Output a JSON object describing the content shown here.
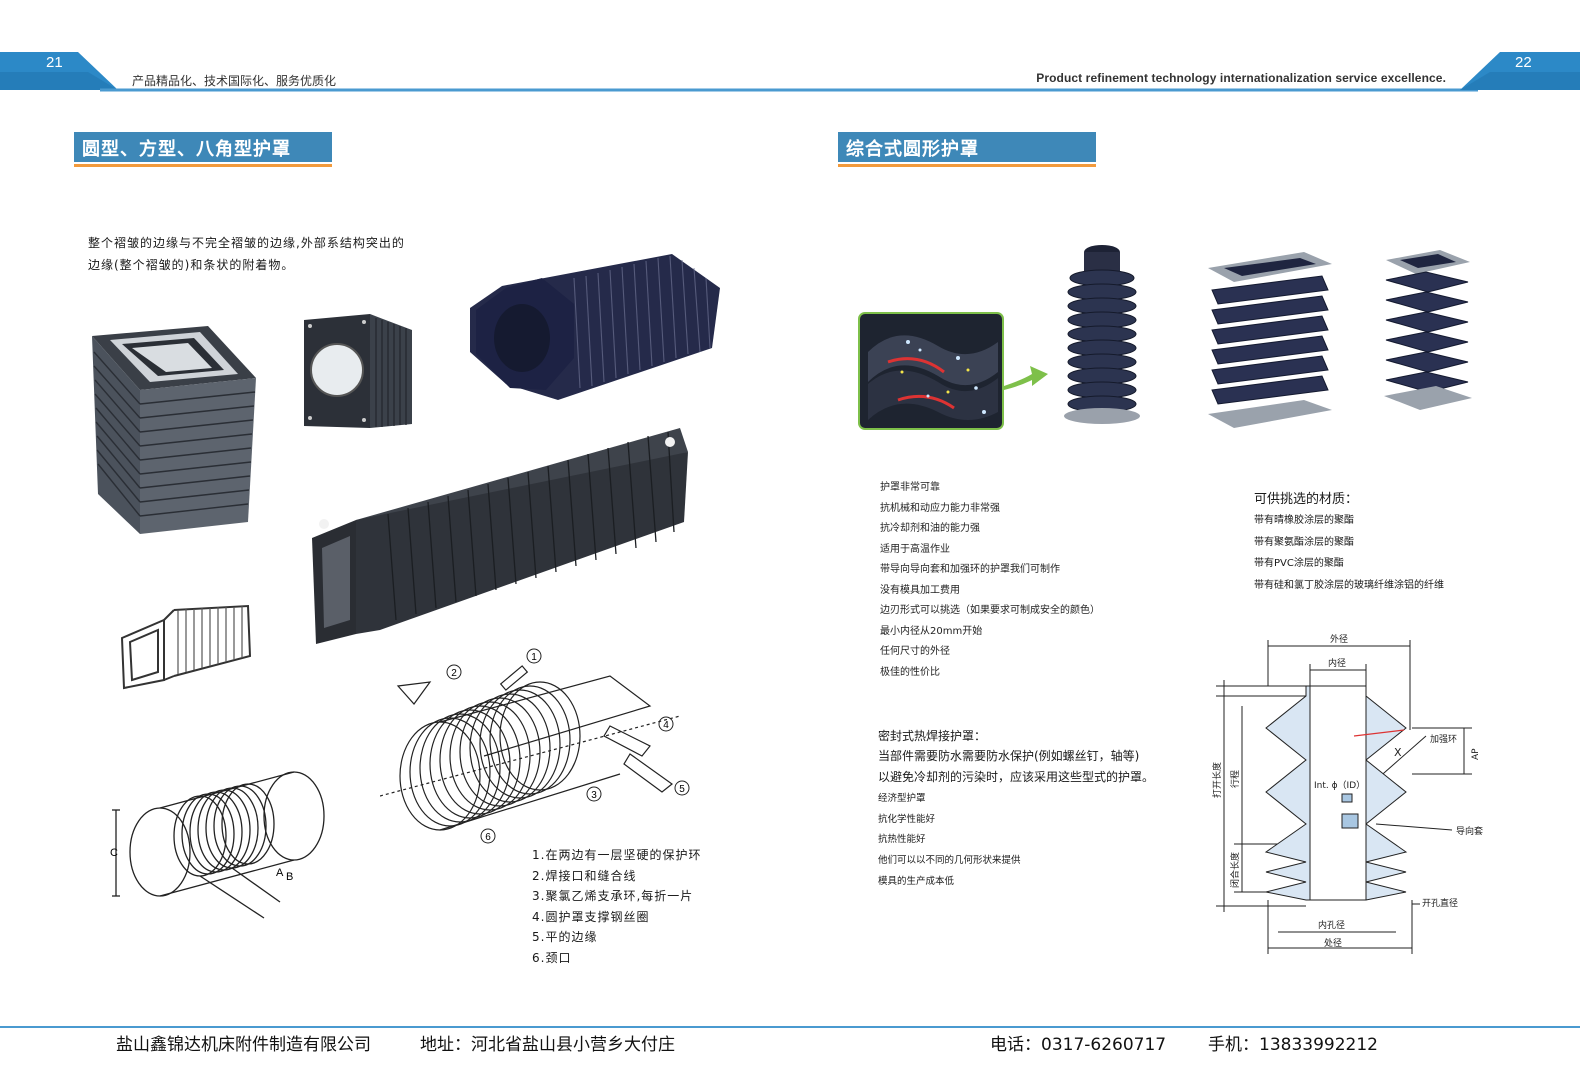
{
  "header": {
    "page_left": "21",
    "page_right": "22",
    "slogan_cn": "产品精品化、技术国际化、服务优质化",
    "slogan_en": "Product refinement   technology internationalization   service excellence."
  },
  "left": {
    "section_title": "圆型、方型、八角型护罩",
    "intro_line1": "整个褶皱的边缘与不完全褶皱的边缘,外部系结构突出的",
    "intro_line2": "边缘(整个褶皱的)和条状的附着物。",
    "diagram_labels": {
      "n1": "1",
      "n2": "2",
      "n3": "3",
      "n4": "4",
      "n5": "5",
      "n6": "6",
      "c": "C",
      "a": "A",
      "b": "B"
    },
    "legend": [
      "1.在两边有一层坚硬的保护环",
      "2.焊接口和缝合线",
      "3.聚氯乙烯支承环,每折一片",
      "4.圆护罩支撑钢丝圈",
      "5.平的边缘",
      "6.颈口"
    ]
  },
  "right": {
    "section_title": "综合式圆形护罩",
    "features": [
      "护罩非常可靠",
      "抗机械和动应力能力非常强",
      "抗冷却剂和油的能力强",
      "适用于高温作业",
      "带导向导向套和加强环的护罩我们可制作",
      "没有模具加工费用",
      "边刃形式可以挑选（如果要求可制成安全的颜色）",
      "最小内径从20mm开始",
      "任何尺寸的外径",
      "极佳的性价比"
    ],
    "materials_title": "可供挑选的材质：",
    "materials": [
      "带有晴橡胶涂层的聚酯",
      "带有聚氨酯涂层的聚酯",
      "带有PVC涂层的聚酯",
      "带有硅和氯丁胶涂层的玻璃纤维涂铝的纤维"
    ],
    "sealed_title": "密封式热焊接护罩：",
    "sealed_desc_1": "当部件需要防水需要防水保护(例如螺丝钉，轴等)",
    "sealed_desc_2": "以避免冷却剂的污染时，应该采用这些型式的护罩。",
    "sealed_list": [
      "经济型护罩",
      "抗化学性能好",
      "抗热性能好",
      "他们可以以不同的几何形状来提供",
      "模具的生产成本低"
    ],
    "diagram_labels": {
      "outer_dia": "外径",
      "inner_dia": "内径",
      "open_length": "打开长度",
      "stroke": "行程",
      "closed_length": "闭合长度",
      "reinforce_ring": "加强环",
      "ap": "AP",
      "x": "X",
      "int_id": "Int. ϕ（ID）",
      "guide_sleeve": "导向套",
      "hole_dia": "开孔直径",
      "inner_hole_dia": "内孔径",
      "outer_edge": "处径"
    }
  },
  "footer": {
    "company": "盐山鑫锦达机床附件制造有限公司",
    "address": "地址：河北省盐山县小营乡大付庄",
    "phone": "电话：0317-6260717",
    "mobile": "手机：13833992212"
  },
  "colors": {
    "accent_blue": "#3e88b8",
    "accent_orange": "#f29a3c",
    "bellows_dark": "#2a3140",
    "bellows_navy": "#27305a"
  }
}
